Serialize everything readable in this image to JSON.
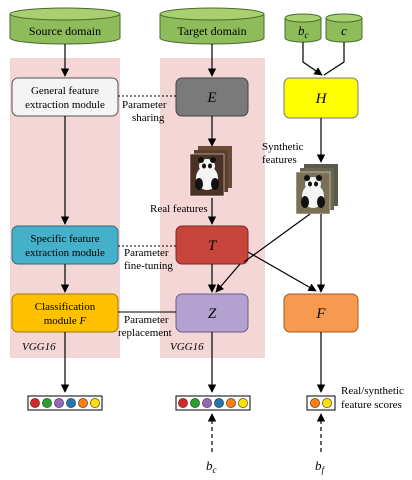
{
  "source_domain": {
    "label": "Source domain"
  },
  "target_domain": {
    "label": "Target domain"
  },
  "inputs": {
    "bc": "b",
    "bc_sub": "c",
    "c": "c"
  },
  "left_column": {
    "general": {
      "line1": "General feature",
      "line2": "extraction module"
    },
    "specific": {
      "line1": "Specific feature",
      "line2": "extraction module"
    },
    "classification": {
      "line1": "Classification",
      "line2_prefix": "module ",
      "line2_var": "F"
    },
    "backbone_label": "VGG16"
  },
  "middle_column": {
    "E": "E",
    "T": "T",
    "Z": "Z",
    "backbone_label": "VGG16",
    "real_features": "Real features"
  },
  "right_column": {
    "H": "H",
    "F": "F",
    "synthetic_features": {
      "line1": "Synthetic",
      "line2": "features"
    },
    "scores": {
      "line1": "Real/synthetic",
      "line2": "feature scores"
    }
  },
  "connections": {
    "sharing": {
      "line1": "Parameter",
      "line2": "sharing"
    },
    "finetuning": {
      "line1": "Parameter",
      "line2": "fine-tuning"
    },
    "replacement": {
      "line1": "Parameter",
      "line2": "replacement"
    }
  },
  "outputs": {
    "left_dots": [
      "#d62728",
      "#2ca02c",
      "#9467bd",
      "#1f77b4",
      "#ff7f0e",
      "#ffe000"
    ],
    "middle_dots": [
      "#d62728",
      "#2ca02c",
      "#9467bd",
      "#1f77b4",
      "#ff7f0e",
      "#ffe000"
    ],
    "right_dots": [
      "#ff7f0e",
      "#ffe000"
    ],
    "bottom_mid": "b",
    "bottom_mid_sub": "c",
    "bottom_right": "b",
    "bottom_right_sub": "f"
  },
  "colors": {
    "pink_band": "#f5d6d6",
    "cylinder": "#8fbc5a",
    "general": "#f4f4f4",
    "specific": "#45b0c9",
    "classification": "#ffc000",
    "E": "#7a7a7a",
    "T": "#c8453c",
    "Z": "#b3a2cf",
    "H": "#ffff00",
    "F": "#f79a4f"
  }
}
